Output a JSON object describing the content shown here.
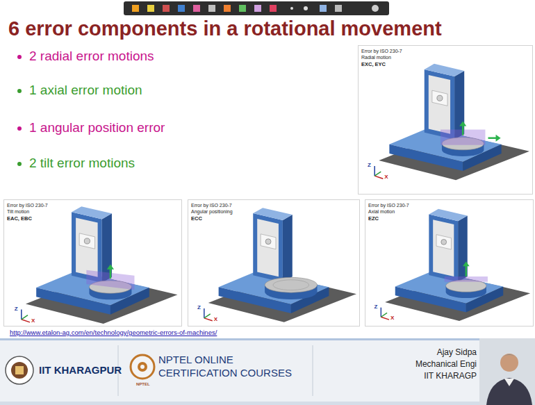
{
  "diagram": {
    "title": "6 error components in a rotational movement",
    "nodes": [
      {
        "text": [
          "Error by ISO 230-7",
          "Radial motion",
          "EXC, EYC"
        ]
      },
      {
        "text": [
          "Error by ISO 230-7",
          "Tilt motion",
          "EAC, EBC"
        ]
      },
      {
        "text": [
          "Error by ISO 230-7",
          "Angular positioning",
          "ECC"
        ]
      },
      {
        "text": [
          "Error by ISO 230-7",
          "Axial motion",
          "EZC"
        ]
      }
    ],
    "labels": [
      "2 radial error motions",
      "1 axial error motion",
      "1 angular position error",
      "2 tilt error motions",
      "Z",
      "X",
      "Z",
      "X",
      "Z",
      "X",
      "Z",
      "X",
      "http://www.etalon-ag.com/en/technology/geometric-errors-of-machines/",
      "IIT KHARAGPUR",
      "NPTEL ONLINE",
      "CERTIFICATION COURSES",
      "NPTEL",
      "Ajay Sidpa",
      "Mechanical Engi",
      "IIT KHARAGP"
    ]
  }
}
